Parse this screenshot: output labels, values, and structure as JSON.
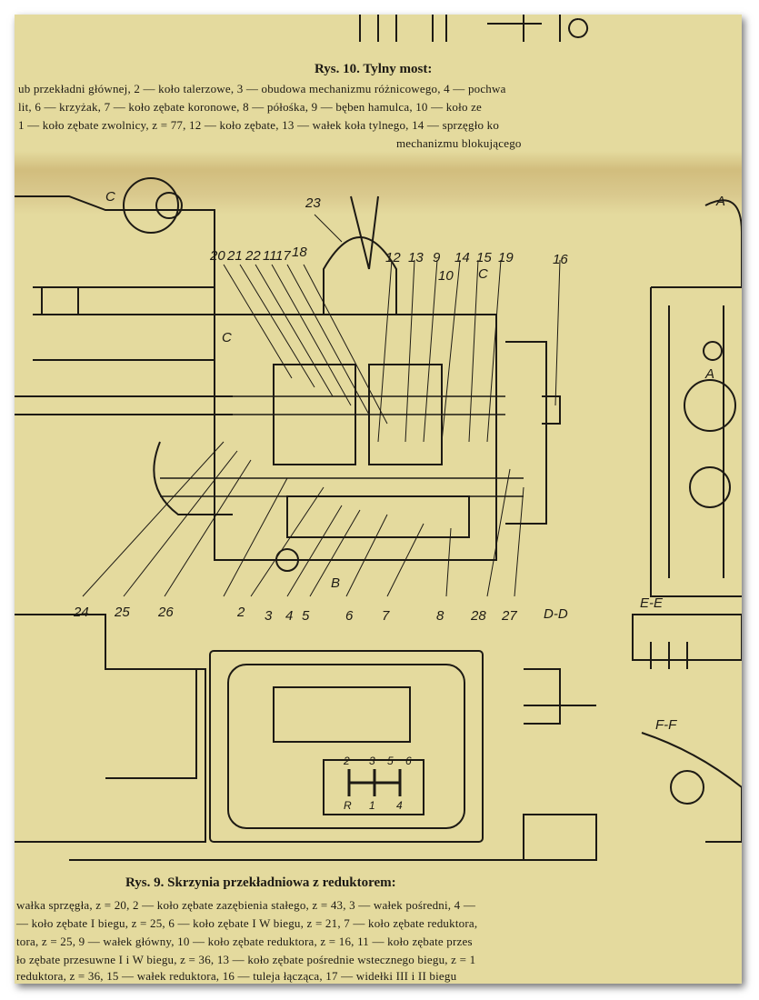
{
  "top_title": "Rys. 10. Tylny most:",
  "top_caption": [
    "ub przekładni głównej, 2 — koło talerzowe, 3 — obudowa mechanizmu różnicowego, 4 — pochwa",
    "lit, 6 — krzyżak, 7 — koło zębate koronowe, 8 — półośka, 9 — bęben hamulca, 10 — koło ze",
    "1 — koło zębate zwolnicy, z = 77, 12 — koło zębate, 13 — wałek koła tylnego, 14 — sprzęgło ko",
    "mechanizmu blokującego"
  ],
  "callouts_top": [
    "23",
    "20",
    "21",
    "22",
    "11",
    "17",
    "18",
    "12",
    "13",
    "9",
    "14",
    "15",
    "19",
    "10",
    "16"
  ],
  "callouts_bottom": [
    "24",
    "25",
    "26",
    "2",
    "3",
    "4",
    "5",
    "6",
    "7",
    "8",
    "28",
    "27"
  ],
  "section_letters": [
    "C",
    "C",
    "C",
    "B",
    "A",
    "A"
  ],
  "section_labels": [
    "D-D",
    "E-E",
    "F-F"
  ],
  "shift_pattern": [
    "2",
    "3",
    "5",
    "6",
    "R",
    "1",
    "4"
  ],
  "bottom_title": "Rys. 9. Skrzynia przekładniowa z reduktorem:",
  "bottom_caption": [
    "wałka sprzęgła, z = 20, 2 — koło zębate zazębienia stałego, z = 43, 3 — wałek pośredni, 4 —",
    "— koło zębate I biegu, z = 25, 6 — koło zębate I W biegu, z = 21, 7 — koło zębate reduktora,",
    "tora, z = 25, 9 — wałek główny, 10 — koło zębate reduktora, z = 16, 11 — koło zębate przes",
    "ło zębate przesuwne I i W biegu, z = 36, 13 — koło zębate pośrednie wstecznego biegu, z = 1",
    "reduktora, z = 36, 15 — wałek reduktora, 16 — tuleja łącząca, 17 — widełki III i II biegu"
  ]
}
